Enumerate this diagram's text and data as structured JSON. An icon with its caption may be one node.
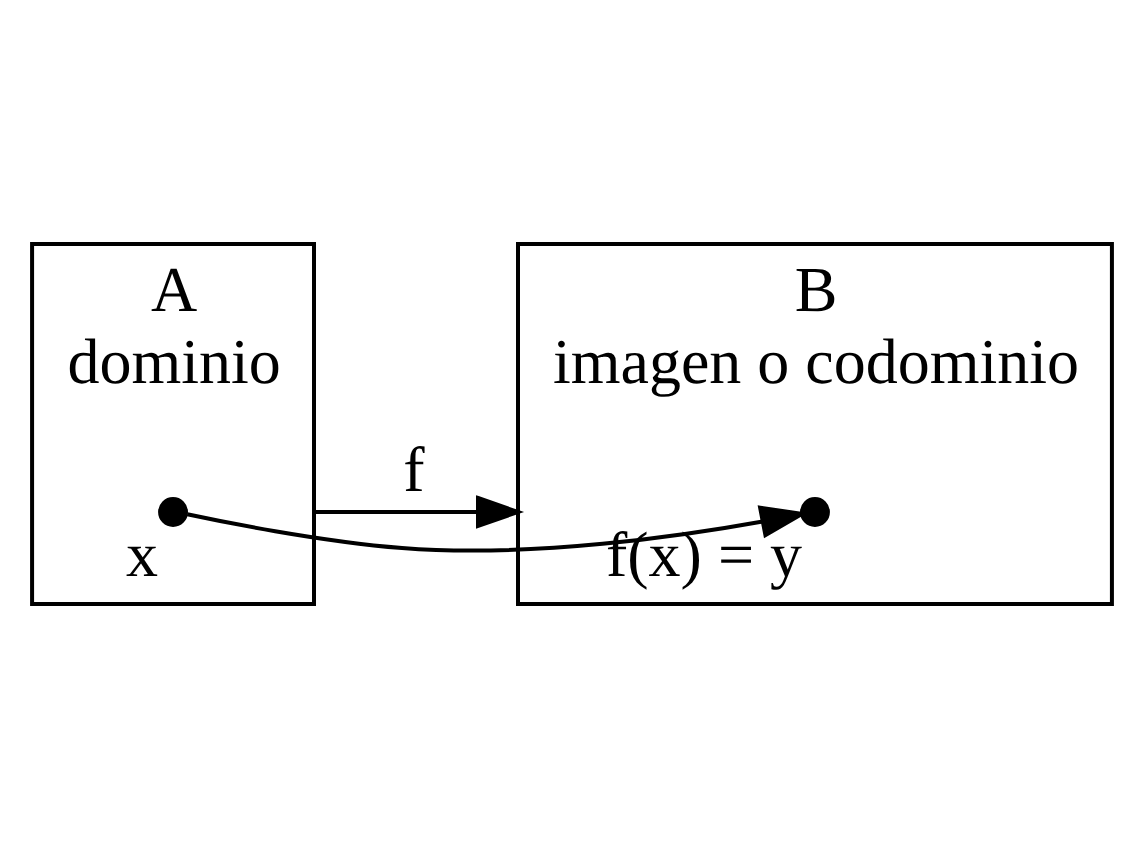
{
  "diagram": {
    "nodes": [
      {
        "text": [
          "A",
          "dominio"
        ]
      },
      {
        "text": [],
        "shape": "circle",
        "in": 0,
        "beside": [
          "x"
        ]
      },
      {
        "text": [
          "B",
          "imagen o codominio"
        ]
      },
      {
        "text": [],
        "shape": "circle",
        "in": 2,
        "beside": [
          "f(x) = y"
        ]
      }
    ],
    "edges": [
      {
        "from": 0,
        "to": 2,
        "label": "f",
        "arrow": "to"
      },
      {
        "from": 1,
        "to": 3,
        "arrow": "to"
      }
    ]
  }
}
